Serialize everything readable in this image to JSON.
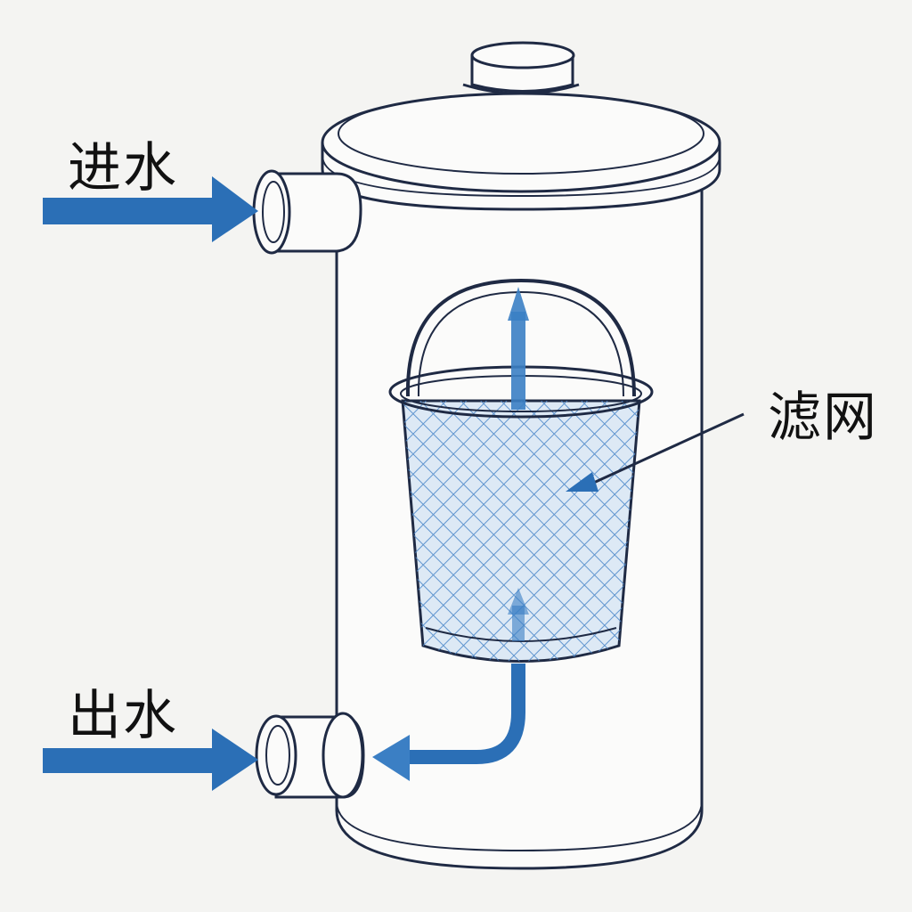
{
  "labels": {
    "inlet": "进水",
    "outlet": "出水",
    "filter": "滤网"
  },
  "colors": {
    "flow": "#2b6fb6",
    "outline": "#1f2a44",
    "mesh": "#4a86c8",
    "background": "#f4f4f2"
  }
}
